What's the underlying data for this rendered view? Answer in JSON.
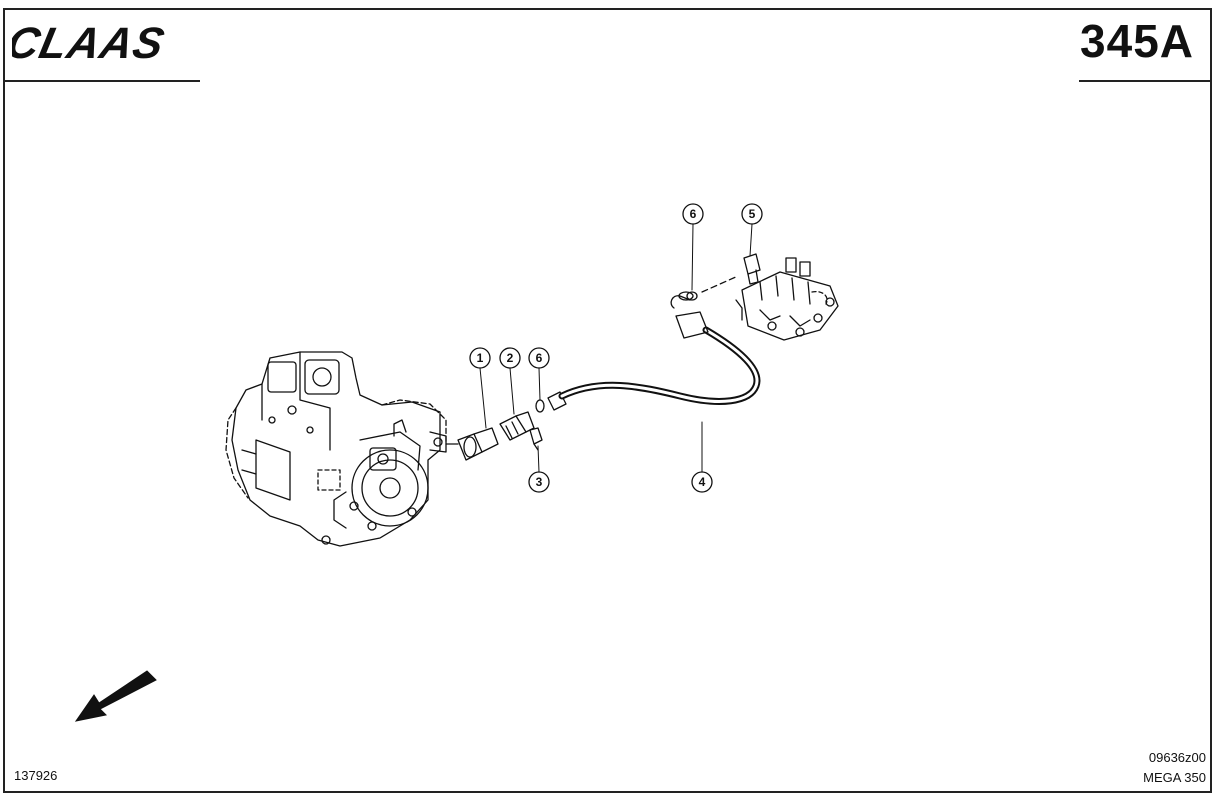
{
  "header": {
    "brand": "CLAAS",
    "page_number": "345A"
  },
  "footer": {
    "figure_id": "137926",
    "document_id": "09636z00",
    "model": "MEGA 350"
  },
  "callouts": [
    {
      "id": "c1",
      "label": "1"
    },
    {
      "id": "c2",
      "label": "2"
    },
    {
      "id": "c6a",
      "label": "6"
    },
    {
      "id": "c3",
      "label": "3"
    },
    {
      "id": "c4",
      "label": "4"
    },
    {
      "id": "c6b",
      "label": "6"
    },
    {
      "id": "c5",
      "label": "5"
    }
  ],
  "icons": {
    "direction_arrow": "direction-arrow-icon"
  },
  "colors": {
    "ink": "#111111",
    "paper": "#ffffff"
  }
}
